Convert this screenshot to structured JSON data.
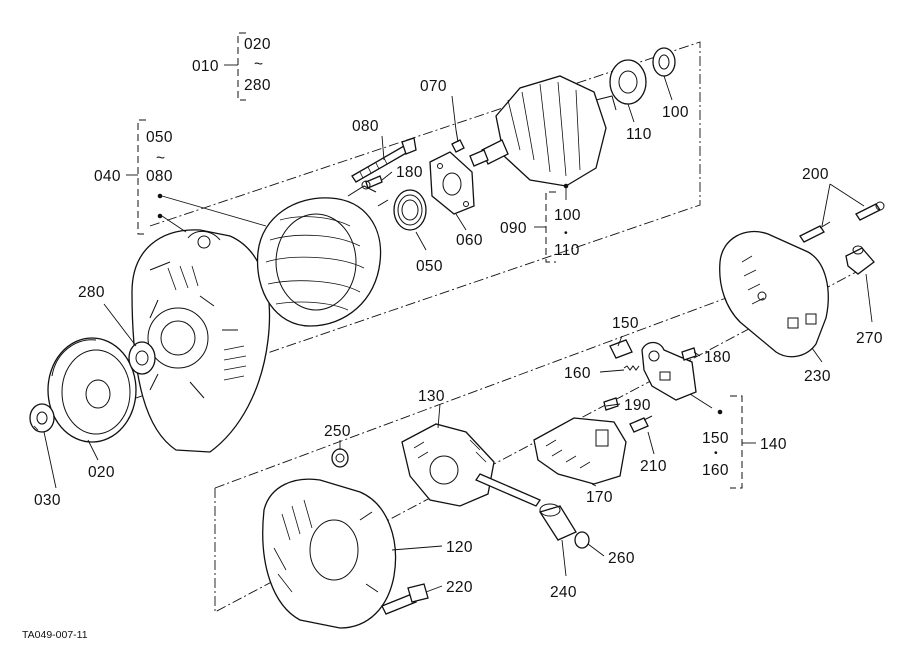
{
  "figure_code": "TA049-007-11",
  "callouts": {
    "c010": "010",
    "c020_top": "020",
    "c280_top": "280",
    "tilde": "~",
    "c050_top": "050",
    "c080_top": "080",
    "c040": "040",
    "c080": "080",
    "c070": "070",
    "c180_top": "180",
    "c050": "050",
    "c060": "060",
    "c110": "110",
    "c100": "100",
    "c090": "090",
    "c100_set": "100",
    "c110_set": "110",
    "c280": "280",
    "c030": "030",
    "c020": "020",
    "c200": "200",
    "c270": "270",
    "c230": "230",
    "c150": "150",
    "c160": "160",
    "c180": "180",
    "c190": "190",
    "c210": "210",
    "c150_set": "150",
    "c160_set": "160",
    "c140": "140",
    "c130": "130",
    "c170": "170",
    "c250": "250",
    "c120": "120",
    "c220": "220",
    "c260": "260",
    "c240": "240"
  }
}
